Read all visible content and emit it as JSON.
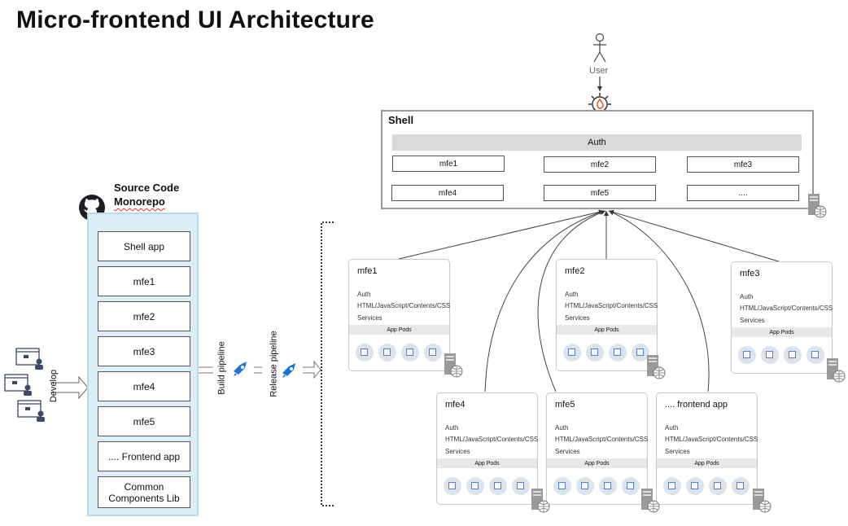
{
  "title": "Micro-frontend UI Architecture",
  "repo": {
    "title_line1": "Source Code",
    "title_line2": "Monorepo",
    "items": [
      "Shell app",
      "mfe1",
      "mfe2",
      "mfe3",
      "mfe4",
      "mfe5",
      "....  Frontend app",
      "Common Components Lib"
    ]
  },
  "labels": {
    "develop": "Develop",
    "build_pipeline": "Build pipeline",
    "release_pipeline": "Release pipeline",
    "user": "User"
  },
  "shell": {
    "label": "Shell",
    "auth": "Auth",
    "mfes": [
      "mfe1",
      "mfe2",
      "mfe3",
      "mfe4",
      "mfe5",
      "...."
    ]
  },
  "cards": [
    {
      "name": "mfe1",
      "auth": "Auth",
      "tech": "HTML/JavaScript/Contents/CSS",
      "services": "Services",
      "pods": "App Pods"
    },
    {
      "name": "mfe2",
      "auth": "Auth",
      "tech": "HTML/JavaScript/Contents/CSS",
      "services": "Services",
      "pods": "App Pods"
    },
    {
      "name": "mfe3",
      "auth": "Auth",
      "tech": "HTML/JavaScript/Contents/CSS",
      "services": "Services",
      "pods": "App Pods"
    },
    {
      "name": "mfe4",
      "auth": "Auth",
      "tech": "HTML/JavaScript/Contents/CSS",
      "services": "Services",
      "pods": "App Pods"
    },
    {
      "name": "mfe5",
      "auth": "Auth",
      "tech": "HTML/JavaScript/Contents/CSS",
      "services": "Services",
      "pods": "App Pods"
    },
    {
      "name": ".... frontend app",
      "auth": "Auth",
      "tech": "HTML/JavaScript/Contents/CSS",
      "services": "Services",
      "pods": "App Pods"
    }
  ],
  "icons": {
    "github": "github-icon",
    "developers": "developer-team-icon",
    "pipeline": "azure-pipelines-icon",
    "user": "user-icon",
    "gateway": "gateway-icon",
    "server": "server-globe-icon"
  }
}
